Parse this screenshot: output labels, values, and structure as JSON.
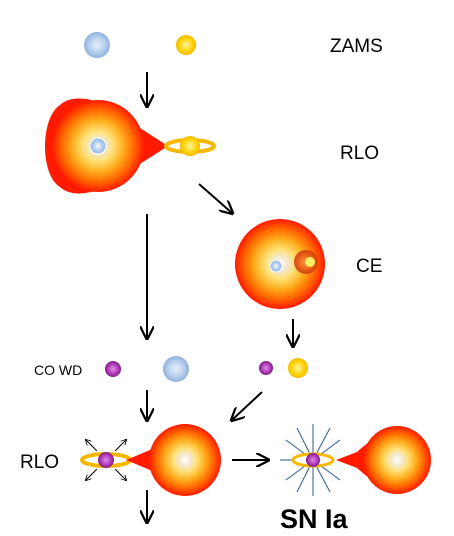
{
  "labels": {
    "zams": "ZAMS",
    "rlo_top": "RLO",
    "ce": "CE",
    "co_wd": "CO WD",
    "rlo_bottom": "RLO",
    "sn_ia": "SN Ia"
  },
  "colors": {
    "main_sequence_star": "#a9c6ea",
    "companion_star": "#ffd200",
    "giant_core": "#ffee66",
    "giant_edge": "#ff2200",
    "white_dwarf": "#b03ab8",
    "accretion_disk": "#f4b800",
    "arrow": "#000000"
  },
  "icons": {
    "giant": "roche-lobe-filling-giant-icon",
    "disk": "accretion-disk-icon",
    "explosion": "supernova-burst-icon"
  }
}
